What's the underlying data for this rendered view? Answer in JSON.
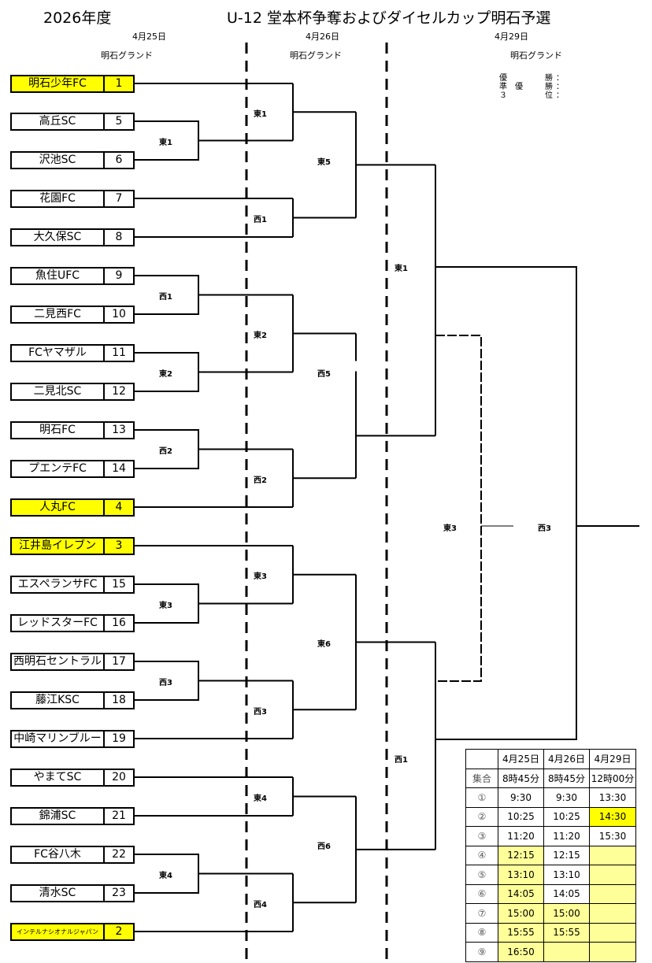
{
  "header": {
    "year": "2026年度",
    "title": "U-12 堂本杯争奪およびダイセルカップ明石予選"
  },
  "days": [
    {
      "date": "4月25日",
      "venue": "明石グランド"
    },
    {
      "date": "4月26日",
      "venue": "明石グランド"
    },
    {
      "date": "4月29日",
      "venue": "明石グランド"
    }
  ],
  "results": {
    "rows": [
      {
        "a": "優",
        "b": "",
        "c": "勝",
        "sep": "："
      },
      {
        "a": "準",
        "b": "優",
        "c": "勝",
        "sep": "："
      },
      {
        "a": "３",
        "b": "",
        "c": "位",
        "sep": "："
      }
    ]
  },
  "teams": [
    {
      "name": "明石少年FC",
      "num": "1",
      "seed": true
    },
    {
      "name": "高丘SC",
      "num": "5",
      "seed": false
    },
    {
      "name": "沢池SC",
      "num": "6",
      "seed": false
    },
    {
      "name": "花園FC",
      "num": "7",
      "seed": false
    },
    {
      "name": "大久保SC",
      "num": "8",
      "seed": false
    },
    {
      "name": "魚住UFC",
      "num": "9",
      "seed": false
    },
    {
      "name": "二見西FC",
      "num": "10",
      "seed": false
    },
    {
      "name": "FCヤマザル",
      "num": "11",
      "seed": false
    },
    {
      "name": "二見北SC",
      "num": "12",
      "seed": false
    },
    {
      "name": "明石FC",
      "num": "13",
      "seed": false
    },
    {
      "name": "プエンテFC",
      "num": "14",
      "seed": false
    },
    {
      "name": "人丸FC",
      "num": "4",
      "seed": true
    },
    {
      "name": "江井島イレブン",
      "num": "3",
      "seed": true
    },
    {
      "name": "エスペランサFC",
      "num": "15",
      "seed": false
    },
    {
      "name": "レッドスターFC",
      "num": "16",
      "seed": false
    },
    {
      "name": "西明石セントラル",
      "num": "17",
      "seed": false
    },
    {
      "name": "藤江KSC",
      "num": "18",
      "seed": false
    },
    {
      "name": "中崎マリンブルー",
      "num": "19",
      "seed": false
    },
    {
      "name": "やまてSC",
      "num": "20",
      "seed": false
    },
    {
      "name": "錦浦SC",
      "num": "21",
      "seed": false
    },
    {
      "name": "FC谷八木",
      "num": "22",
      "seed": false
    },
    {
      "name": "清水SC",
      "num": "23",
      "seed": false
    },
    {
      "name": "インテルナシオナルジャパン",
      "num": "2",
      "seed": true
    }
  ],
  "match_labels": {
    "r1": [
      "東1",
      "西1",
      "東2",
      "西2",
      "東3",
      "西3",
      "東4"
    ],
    "r2": [
      "東1",
      "西1",
      "東2",
      "西2",
      "東3",
      "西3",
      "東4",
      "西4"
    ],
    "r3": [
      "東5",
      "西5",
      "東6",
      "西6"
    ],
    "r4": [
      "東1",
      "西1"
    ],
    "final": [
      "東3",
      "西3"
    ]
  },
  "schedule": {
    "headers": [
      "",
      "4月25日",
      "4月26日",
      "4月29日"
    ],
    "rows": [
      {
        "label": "集合",
        "cells": [
          "8時45分",
          "8時45分",
          "12時00分"
        ]
      },
      {
        "label": "①",
        "cells": [
          "9:30",
          "9:30",
          "13:30"
        ]
      },
      {
        "label": "②",
        "cells": [
          "10:25",
          "10:25",
          "14:30"
        ]
      },
      {
        "label": "③",
        "cells": [
          "11:20",
          "11:20",
          "15:30"
        ]
      },
      {
        "label": "④",
        "cells": [
          "12:15",
          "12:15",
          ""
        ]
      },
      {
        "label": "⑤",
        "cells": [
          "13:10",
          "13:10",
          ""
        ]
      },
      {
        "label": "⑥",
        "cells": [
          "14:05",
          "14:05",
          ""
        ]
      },
      {
        "label": "⑦",
        "cells": [
          "15:00",
          "15:00",
          ""
        ]
      },
      {
        "label": "⑧",
        "cells": [
          "15:55",
          "15:55",
          ""
        ]
      },
      {
        "label": "⑨",
        "cells": [
          "16:50",
          "",
          ""
        ]
      }
    ],
    "highlight_colors": {
      "pale": "#ffff99",
      "bright": "#ffff00"
    }
  }
}
